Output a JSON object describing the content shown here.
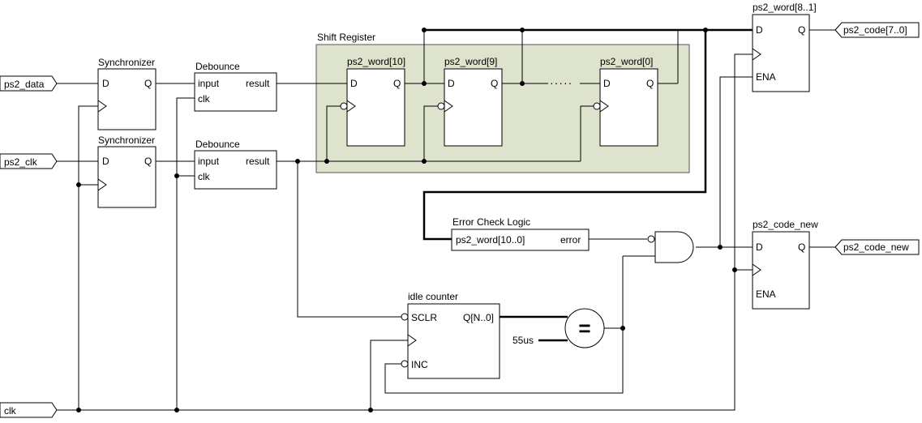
{
  "ports": {
    "ps2_data": "ps2_data",
    "ps2_clk": "ps2_clk",
    "clk": "clk",
    "ps2_code": "ps2_code[7..0]",
    "ps2_code_new": "ps2_code_new"
  },
  "sync1": {
    "title": "Synchronizer",
    "d": "D",
    "q": "Q"
  },
  "sync2": {
    "title": "Synchronizer",
    "d": "D",
    "q": "Q"
  },
  "deb1": {
    "title": "Debounce",
    "input": "input",
    "clk": "clk",
    "result": "result"
  },
  "deb2": {
    "title": "Debounce",
    "input": "input",
    "clk": "clk",
    "result": "result"
  },
  "shift": {
    "title": "Shift Register",
    "ff10": {
      "title": "ps2_word[10]",
      "d": "D",
      "q": "Q"
    },
    "ff9": {
      "title": "ps2_word[9]",
      "d": "D",
      "q": "Q"
    },
    "ff0": {
      "title": "ps2_word[0]",
      "d": "D",
      "q": "Q"
    },
    "ellipsis": "·····"
  },
  "word_reg": {
    "title": "ps2_word[8..1]",
    "d": "D",
    "q": "Q",
    "ena": "ENA"
  },
  "code_new_reg": {
    "title": "ps2_code_new",
    "d": "D",
    "q": "Q",
    "ena": "ENA"
  },
  "err": {
    "title": "Error Check Logic",
    "input": "ps2_word[10..0]",
    "output": "error"
  },
  "idle": {
    "title": "idle counter",
    "sclr": "SCLR",
    "q": "Q[N..0]",
    "inc": "INC"
  },
  "cmp": {
    "symbol": "=",
    "const": "55us"
  },
  "colors": {
    "shift_bg": "#dde3cc",
    "shift_border": "#555555"
  }
}
